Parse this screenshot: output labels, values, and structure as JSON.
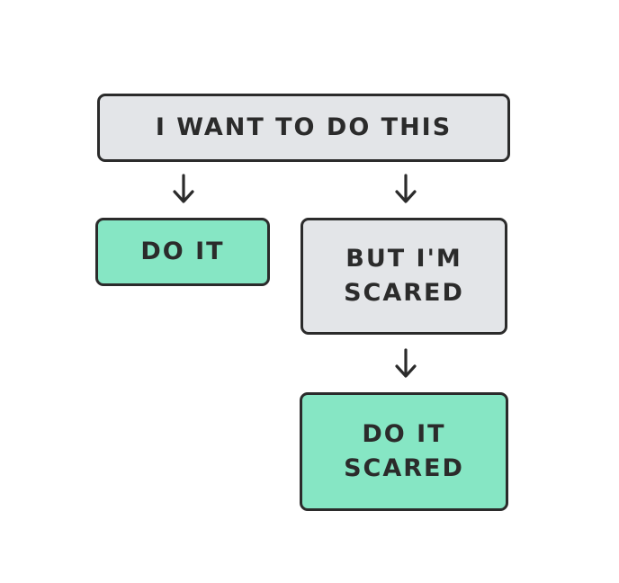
{
  "nodes": {
    "top": {
      "lines": [
        "I WANT TO DO THIS"
      ]
    },
    "do_it": {
      "lines": [
        "DO IT"
      ]
    },
    "but_scared": {
      "lines": [
        "BUT I'M",
        "SCARED"
      ]
    },
    "do_it_scared": {
      "lines": [
        "DO IT",
        "SCARED"
      ]
    }
  },
  "colors": {
    "gray_fill": "#e3e5e8",
    "green_fill": "#86e6c4",
    "stroke": "#2b2b2b"
  },
  "icons": [
    "arrow-down-icon"
  ]
}
